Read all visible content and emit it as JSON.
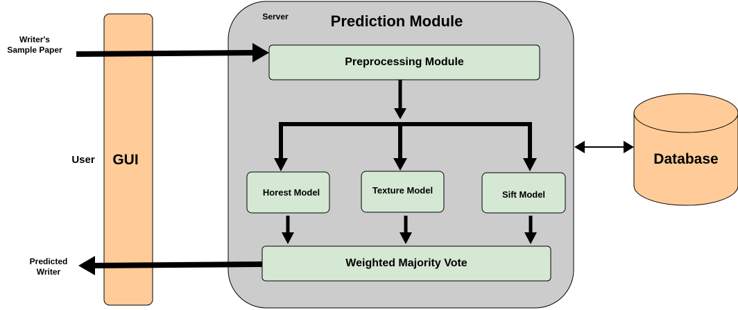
{
  "inputs": {
    "sample_line1": "Writer's",
    "sample_line2": "Sample Paper",
    "predicted_line1": "Predicted",
    "predicted_line2": "Writer"
  },
  "gui": {
    "user_label": "User",
    "title": "GUI"
  },
  "server": {
    "label": "Server",
    "title": "Prediction Module",
    "preprocessing": "Preprocessing Module",
    "models": [
      "Horest Model",
      "Texture Model",
      "Sift Model"
    ],
    "vote": "Weighted Majority Vote"
  },
  "database": {
    "label": "Database"
  },
  "colors": {
    "gui_fill": "#ffcc99",
    "server_fill": "#cccccc",
    "module_fill": "#d5e8d4",
    "database_fill": "#ffcc99",
    "stroke": "#000000"
  }
}
